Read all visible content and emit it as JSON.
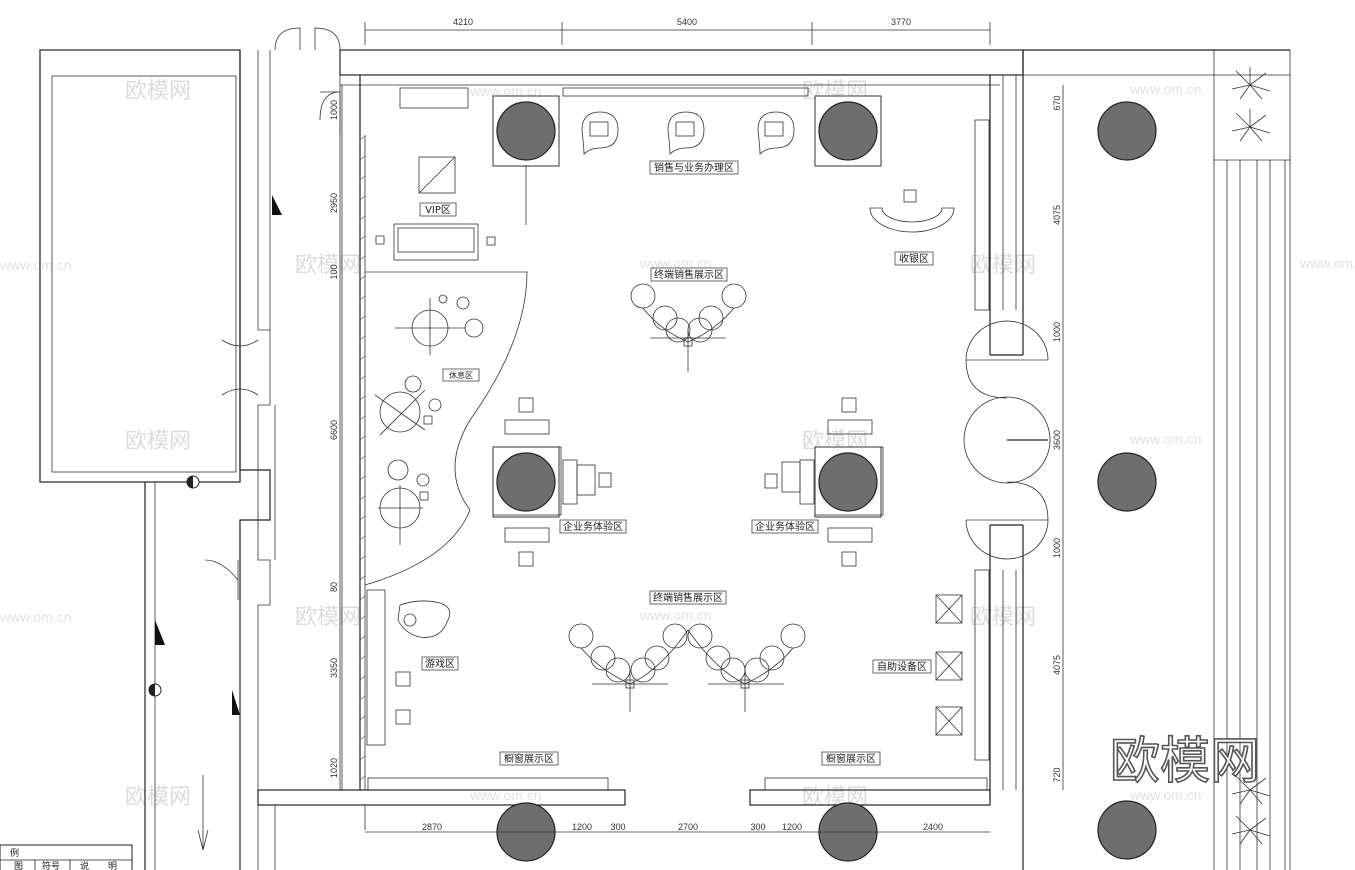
{
  "dimensions": {
    "top": [
      "4210",
      "5400",
      "3770"
    ],
    "bottom": [
      "2870",
      "1200",
      "300",
      "2700",
      "300",
      "1200",
      "2400"
    ],
    "left": [
      "1000",
      "2950",
      "100",
      "6600",
      "80",
      "3350",
      "1020"
    ],
    "right": [
      "670",
      "4075",
      "1000",
      "3600",
      "1000",
      "4075",
      "720"
    ]
  },
  "zones": {
    "sales_service": "销售与业务办理区",
    "vip": "VIP区",
    "cashier": "收银区",
    "terminal_display_top": "终端销售展示区",
    "rest": "休息区",
    "enterprise_left": "企业务体验区",
    "enterprise_right": "企业务体验区",
    "terminal_display_bottom": "终端销售展示区",
    "game": "游戏区",
    "self_service": "自助设备区",
    "window_left": "橱窗展示区",
    "window_right": "橱窗展示区"
  },
  "watermarks": {
    "small": "欧模网",
    "url": "www.om.cn",
    "big": "欧模网"
  },
  "legend": {
    "title": "例",
    "col1": "图",
    "col2": "符号",
    "col3": "说",
    "col4": "明"
  },
  "colors": {
    "pillar": "#6e6e6e",
    "line": "#222222",
    "watermark": "#dcdcdc"
  }
}
